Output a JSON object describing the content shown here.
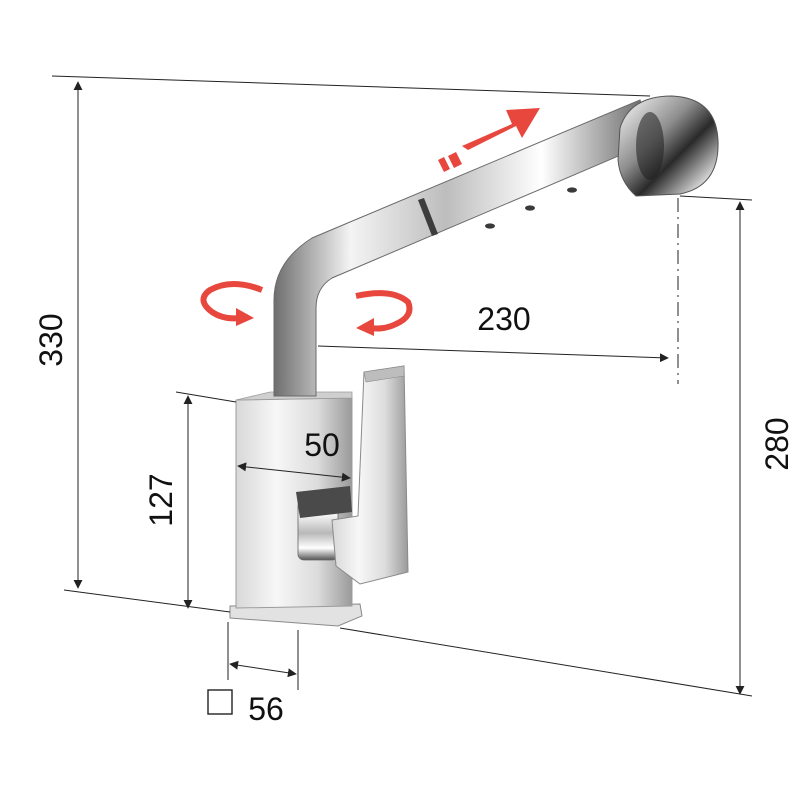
{
  "dimensions": {
    "total_height": "330",
    "body_height": "127",
    "handle_width": "50",
    "spout_reach": "230",
    "outlet_height": "280",
    "base_width": "56"
  },
  "colors": {
    "arrow_red": "#e8473e",
    "chrome_dark": "#3a3a3a",
    "chrome_light": "#f2f2f2",
    "line": "#222222"
  },
  "icons": {
    "base_square": "square-outline-icon",
    "pull_out": "pull-out-arrow-icon",
    "swivel": "rotation-arrow-icon"
  }
}
